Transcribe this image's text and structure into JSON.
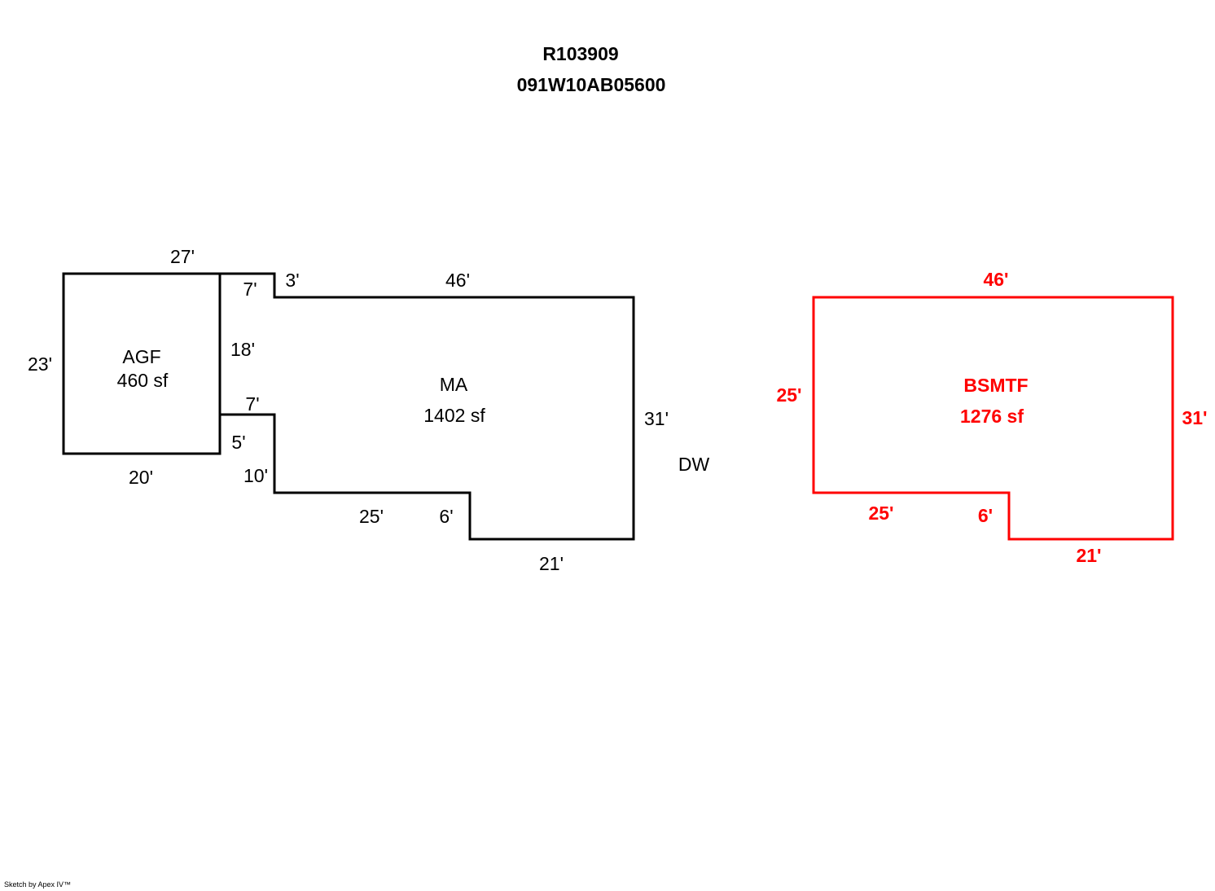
{
  "header": {
    "parcel_id": "R103909",
    "map_number": "091W10AB05600"
  },
  "colors": {
    "main_outline": "#000000",
    "basement_outline": "#ff0000"
  },
  "areas": {
    "agf": {
      "name": "AGF",
      "area": "460 sf",
      "dims": {
        "top": "27'",
        "left": "23'",
        "bottom": "20'"
      }
    },
    "ma": {
      "name": "MA",
      "area": "1402 sf",
      "dims": {
        "step_top_inner": "7'",
        "step_top_riser": "3'",
        "top": "46'",
        "left_upper": "18'",
        "step_bottom_inner": "7'",
        "left_lower": "5'",
        "step_riser": "10'",
        "bottom_left": "25'",
        "notch_riser": "6'",
        "bottom_right": "21'",
        "right": "31'"
      }
    },
    "dw": {
      "name": "DW"
    },
    "bsmtf": {
      "name": "BSMTF",
      "area": "1276 sf",
      "dims": {
        "top": "46'",
        "left": "25'",
        "right": "31'",
        "bottom_left": "25'",
        "notch_riser": "6'",
        "bottom_right": "21'"
      }
    }
  },
  "footer": {
    "credit": "Sketch by Apex IV™"
  }
}
